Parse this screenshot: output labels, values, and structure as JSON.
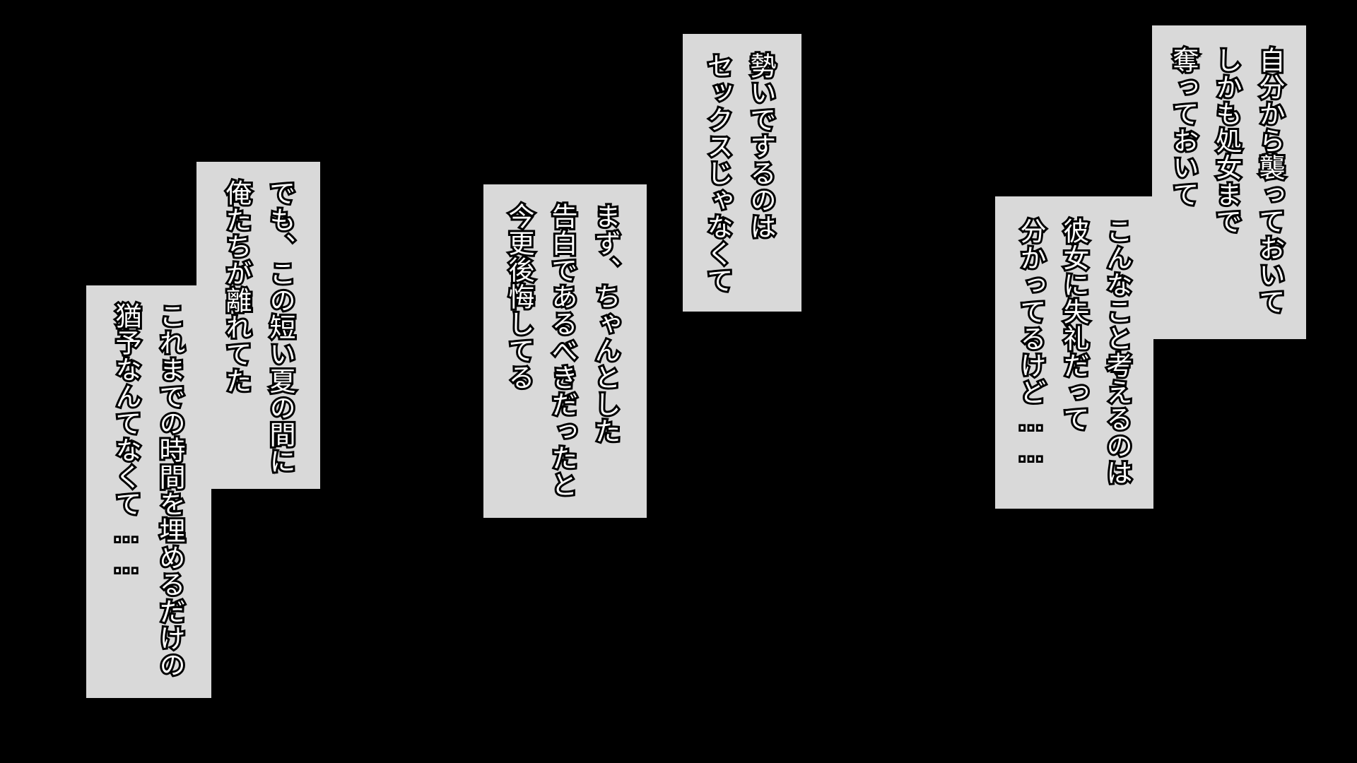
{
  "colors": {
    "background": "#000000",
    "box_fill": "#d9d9d9",
    "text_fill": "#ffffff",
    "text_outline": "#000000"
  },
  "group_right": {
    "box_top": [
      "自分から襲っておいて",
      "しかも処女まで",
      "奪っておいて"
    ],
    "box_bottom": [
      "こんなこと考えるのは",
      "彼女に失礼だって",
      "分かってるけど……"
    ]
  },
  "group_center_right": {
    "lines": [
      "勢いでするのは",
      "セックスじゃなくて"
    ]
  },
  "group_center": {
    "lines": [
      "まず、ちゃんとした",
      "告白であるべきだったと",
      "今更後悔してる"
    ]
  },
  "group_left": {
    "box_top": [
      "でも、この短い夏の間に",
      "俺たちが離れてた"
    ],
    "box_bottom": [
      "これまでの時間を埋めるだけの",
      "猶予なんてなくて……"
    ]
  }
}
